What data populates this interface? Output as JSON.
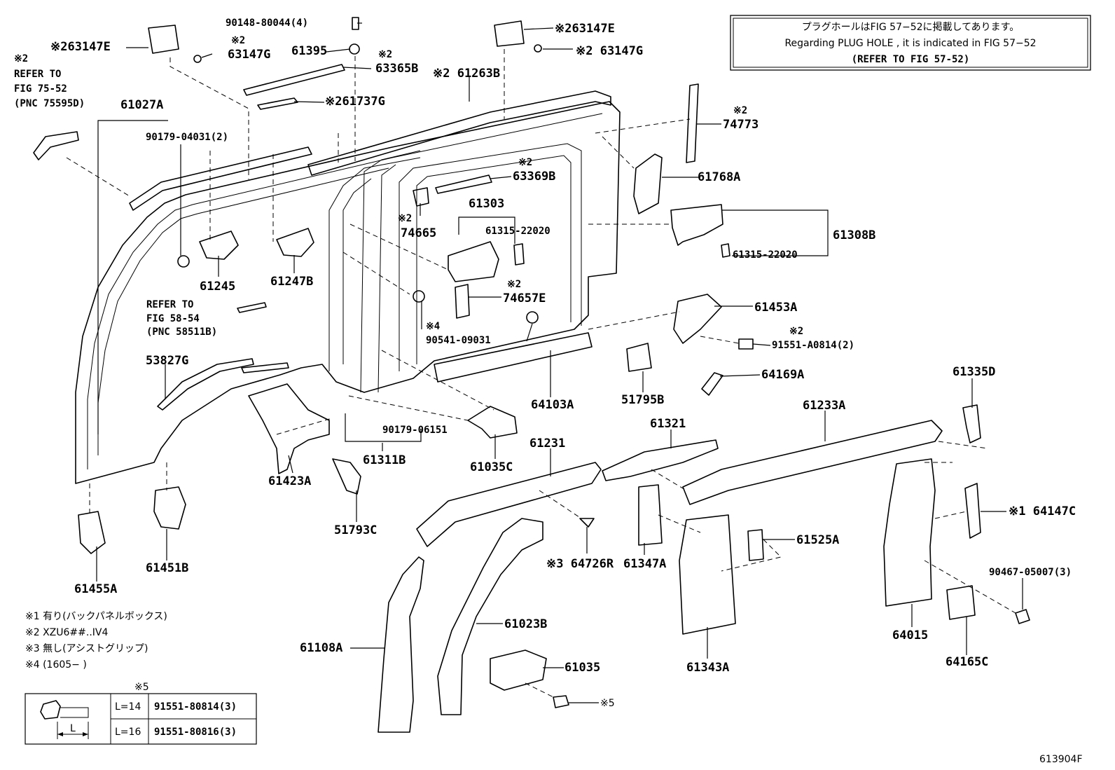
{
  "notice": {
    "line1": "プラグホールはFIG 57−52に掲載してあります。",
    "line2": "Regarding  PLUG  HOLE , it is indicated in FIG  57−52",
    "line3": "(REFER TO FIG 57-52)"
  },
  "refs": {
    "r1_mark": "※2",
    "r1_a": "REFER TO",
    "r1_b": "FIG 75-52",
    "r1_c": "(PNC 75595D)",
    "r2_a": "REFER TO",
    "r2_b": "FIG 58-54",
    "r2_c": "(PNC 58511B)"
  },
  "labels": {
    "p90148": "90148-80044(4)",
    "p63147E_a": "※263147E",
    "p63147G_a_mark": "※2",
    "p63147G_a": "63147G",
    "p61395": "61395",
    "p63365B_mark": "※2",
    "p63365B": "63365B",
    "p61263B": "※2 61263B",
    "p63147E_b": "※263147E",
    "p63147G_b": "※2 63147G",
    "p61737G": "※261737G",
    "p61027A": "61027A",
    "p90179_04031": "90179-04031(2)",
    "p74773_mark": "※2",
    "p74773": "74773",
    "p63369B_mark": "※2",
    "p63369B": "63369B",
    "p61768A": "61768A",
    "p61303": "61303",
    "p61315_a": "61315-22020",
    "p61308B": "61308B",
    "p61315_b": "61315-22020",
    "p74665_mark": "※2",
    "p74665": "74665",
    "p61245": "61245",
    "p61247B": "61247B",
    "p74657E_mark": "※2",
    "p74657E": "74657E",
    "p61453A": "61453A",
    "p90541_mark": "※4",
    "p90541": "90541-09031",
    "p91551_A0814_mark": "※2",
    "p91551_A0814": "91551-A0814(2)",
    "p53827G": "53827G",
    "p64169A": "64169A",
    "p51795B": "51795B",
    "p64103A": "64103A",
    "p61335D": "61335D",
    "p61233A": "61233A",
    "p61321": "61321",
    "p90179_06151": "90179-06151",
    "p61311B": "61311B",
    "p61035C": "61035C",
    "p61231": "61231",
    "p61423A": "61423A",
    "p64147C": "※1 64147C",
    "p51793C": "51793C",
    "p61525A": "61525A",
    "p61451B": "61451B",
    "p61455A": "61455A",
    "p64726R": "※3 64726R",
    "p61347A": "61347A",
    "p90467": "90467-05007(3)",
    "p61023B": "61023B",
    "p64015": "64015",
    "p61108A": "61108A",
    "p61035": "61035",
    "p61343A": "61343A",
    "p64165C": "64165C",
    "p_mark5": "※5"
  },
  "footnotes": [
    "※1  有り(バックパネルボックス)",
    "※2  XZU6##..IV4",
    "※3  無し(アシストグリップ)",
    "※4 (1605−      )"
  ],
  "bolt_table": {
    "mark": "※5",
    "dim": "L",
    "rows": [
      {
        "length": "L=14",
        "part": "91551-80814(3)"
      },
      {
        "length": "L=16",
        "part": "91551-80816(3)"
      }
    ]
  },
  "figure_id": "613904F"
}
